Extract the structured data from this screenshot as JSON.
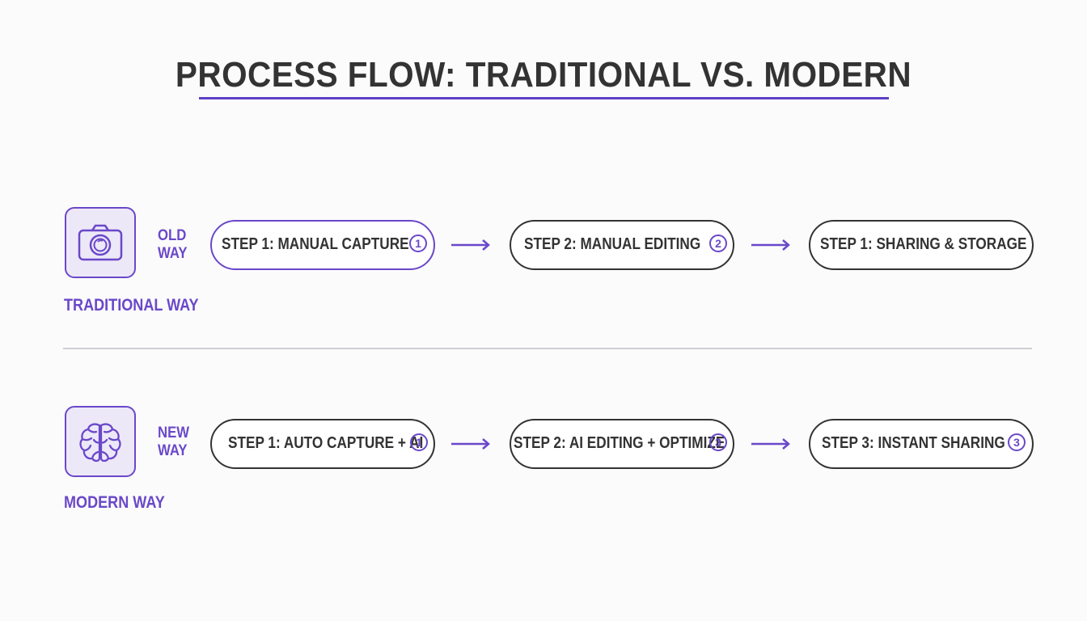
{
  "title": "PROCESS FLOW: TRADITIONAL VS. MODERN",
  "colors": {
    "accent": "#6a48c9",
    "text": "#333333",
    "divider": "#cfcfd3",
    "icon_background": "#ede8f8"
  },
  "traditional": {
    "icon": "camera-icon",
    "tag_line1": "OLD",
    "tag_line2": "WAY",
    "label": "TRADITIONAL WAY",
    "steps": [
      {
        "label": "STEP 1: MANUAL CAPTURE",
        "badge": "1"
      },
      {
        "label": "STEP 2: MANUAL EDITING",
        "badge": "2"
      },
      {
        "label": "STEP 1: SHARING & STORAGE",
        "badge": ""
      }
    ]
  },
  "modern": {
    "icon": "brain-icon",
    "tag_line1": "NEW",
    "tag_line2": "WAY",
    "label": "MODERN WAY",
    "steps": [
      {
        "label": "STEP 1: AUTO CAPTURE + AI",
        "badge": "1"
      },
      {
        "label": "STEP 2: AI EDITING + OPTIMIZE",
        "badge": "3"
      },
      {
        "label": "STEP 3: INSTANT SHARING",
        "badge": "3"
      }
    ]
  }
}
